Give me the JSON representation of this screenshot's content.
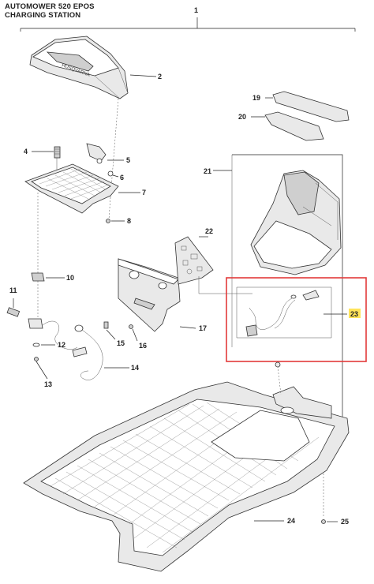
{
  "header": {
    "line1": "AUTOMOWER 520 EPOS",
    "line2": "CHARGING STATION"
  },
  "colors": {
    "highlight_box": "#e23a3a",
    "highlight_label_bg": "#ffe45a"
  },
  "parts": {
    "assembly": "1",
    "p2": "2",
    "p4": "4",
    "p5": "5",
    "p6": "6",
    "p7": "7",
    "p8": "8",
    "p10": "10",
    "p11": "11",
    "p12": "12",
    "p13": "13",
    "p14": "14",
    "p15": "15",
    "p16": "16",
    "p17": "17",
    "p19": "19",
    "p20": "20",
    "p21": "21",
    "p22": "22",
    "p23": "23",
    "p24": "24",
    "p25": "25"
  },
  "highlighted_part": "23"
}
